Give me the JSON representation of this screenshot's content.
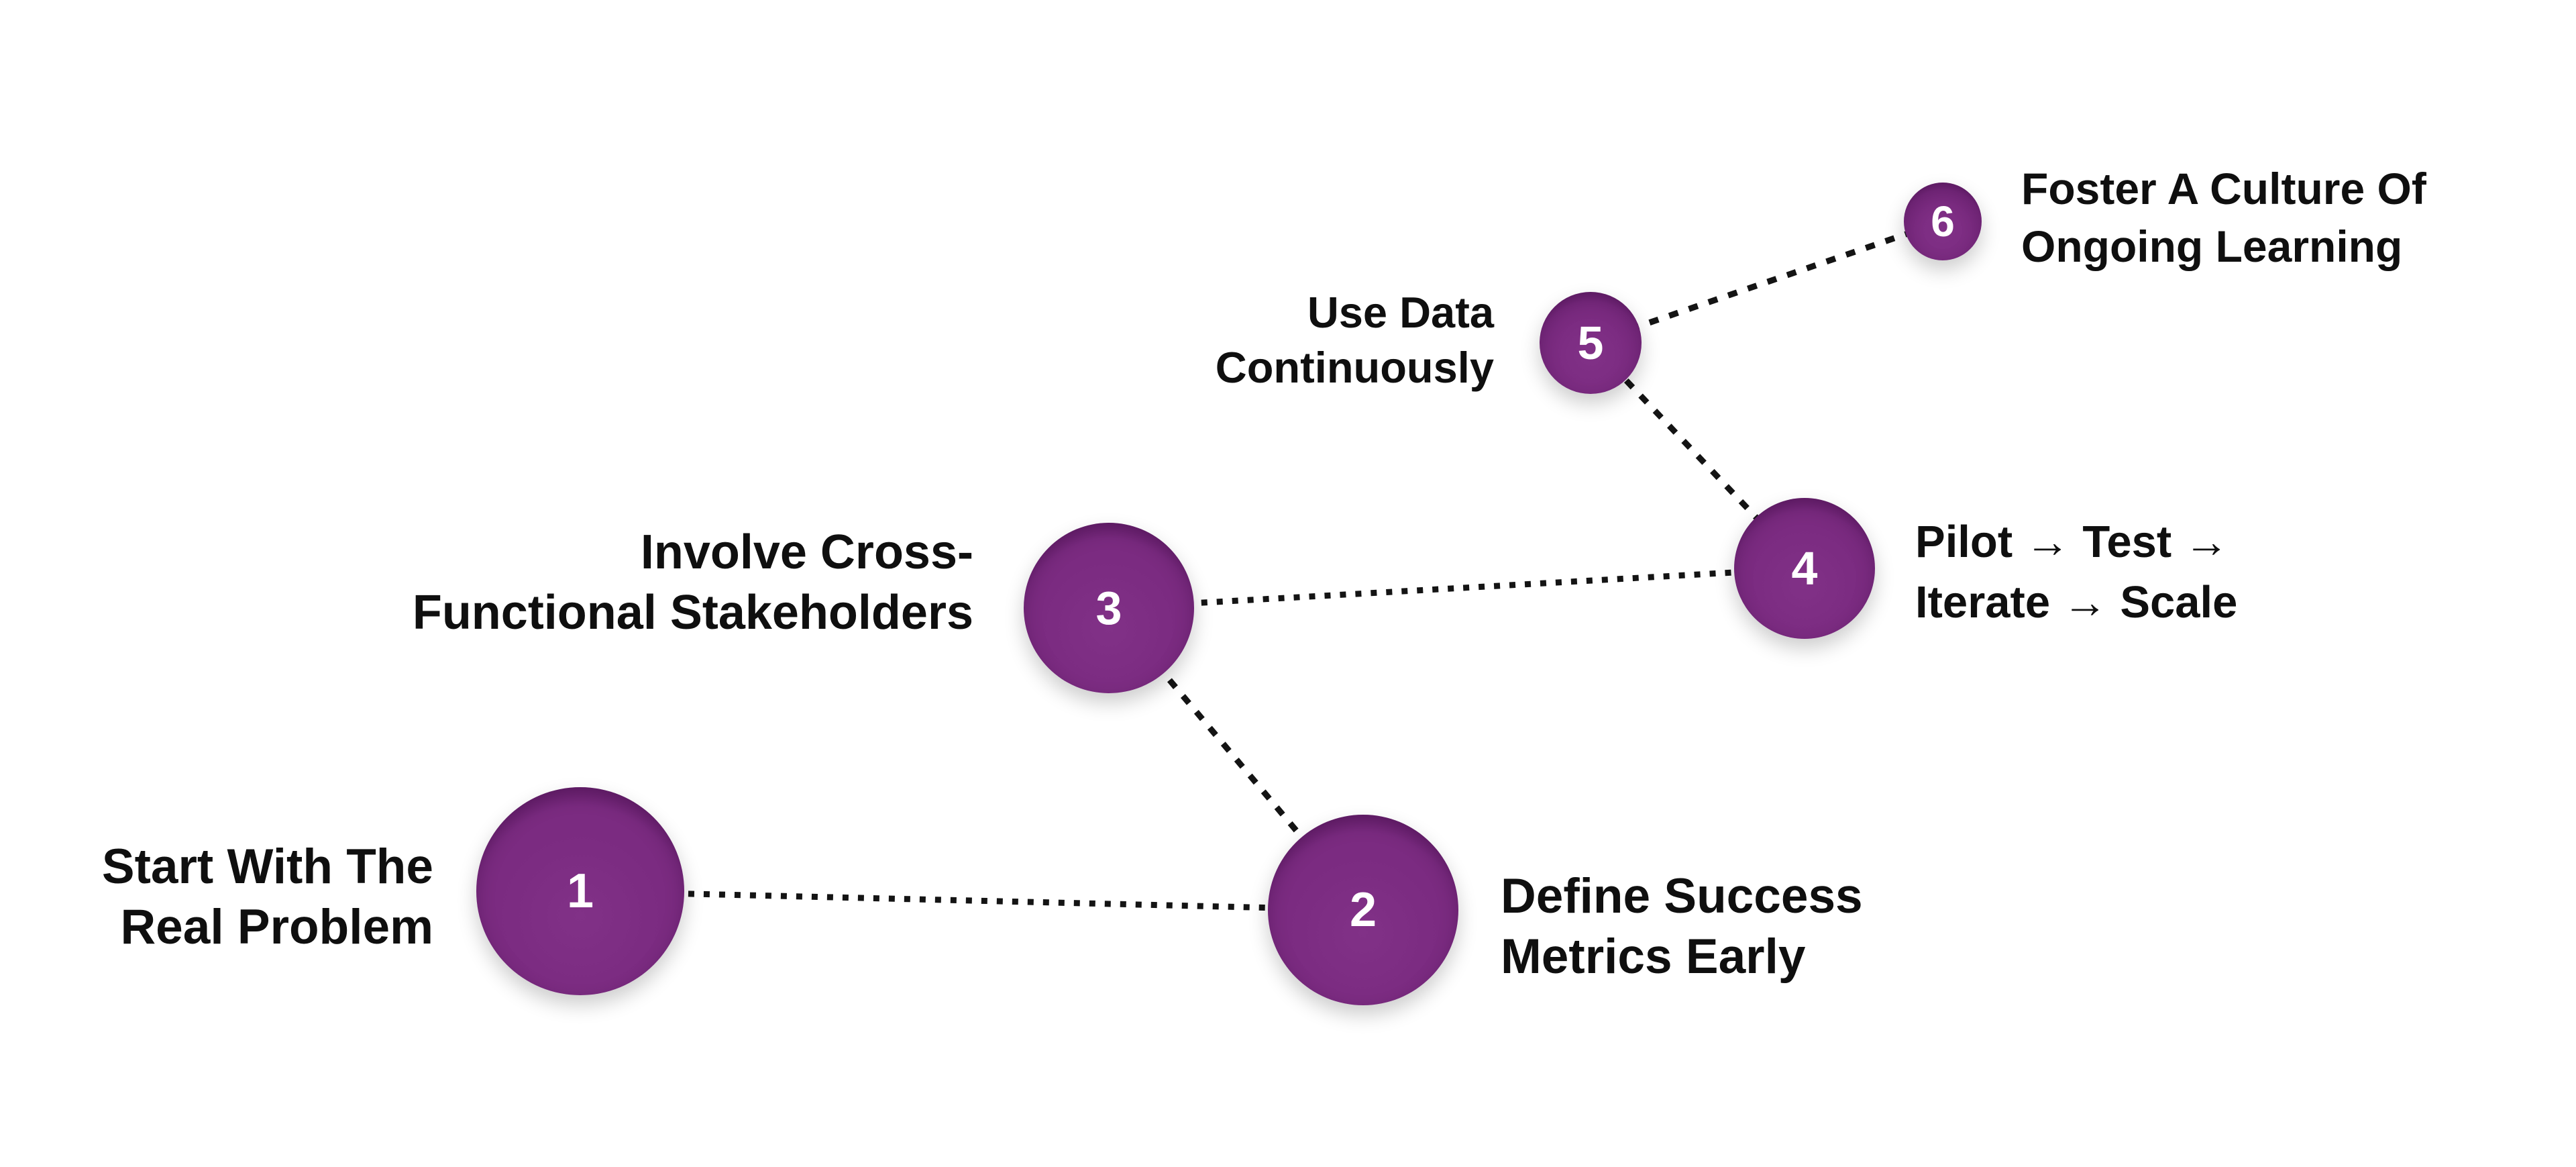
{
  "diagram": {
    "type": "process-flow",
    "accent_color": "#7b2b81",
    "accent_color_light": "#813187",
    "accent_color_dark": "#55165a",
    "connector_color": "#141414",
    "label_color": "#0f0f0f",
    "number_color": "#ffffff",
    "steps": [
      {
        "number": "1",
        "label": "Start With The\nReal Problem"
      },
      {
        "number": "2",
        "label": "Define Success\nMetrics Early"
      },
      {
        "number": "3",
        "label": "Involve Cross-\nFunctional Stakeholders"
      },
      {
        "number": "4",
        "label": "Pilot → Test →\nIterate → Scale"
      },
      {
        "number": "5",
        "label": "Use Data\nContinuously"
      },
      {
        "number": "6",
        "label": "Foster A Culture Of\nOngoing Learning"
      }
    ],
    "connections": [
      "1-2",
      "2-3",
      "3-4",
      "4-5",
      "5-6"
    ]
  }
}
